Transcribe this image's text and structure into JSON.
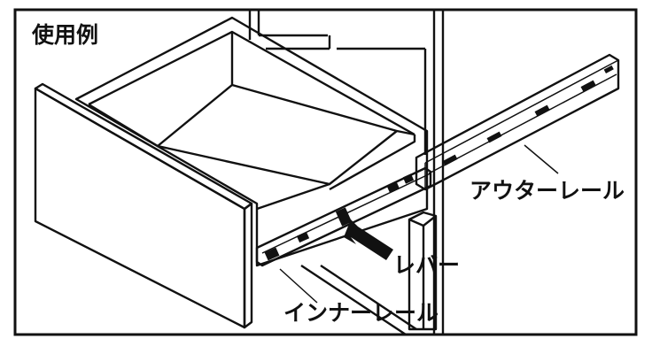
{
  "title": "使用例",
  "labels": {
    "outer_rail": "アウターレール",
    "lever": "レバー",
    "inner_rail": "インナーレール"
  },
  "colors": {
    "line": "#111111",
    "background": "#ffffff"
  }
}
